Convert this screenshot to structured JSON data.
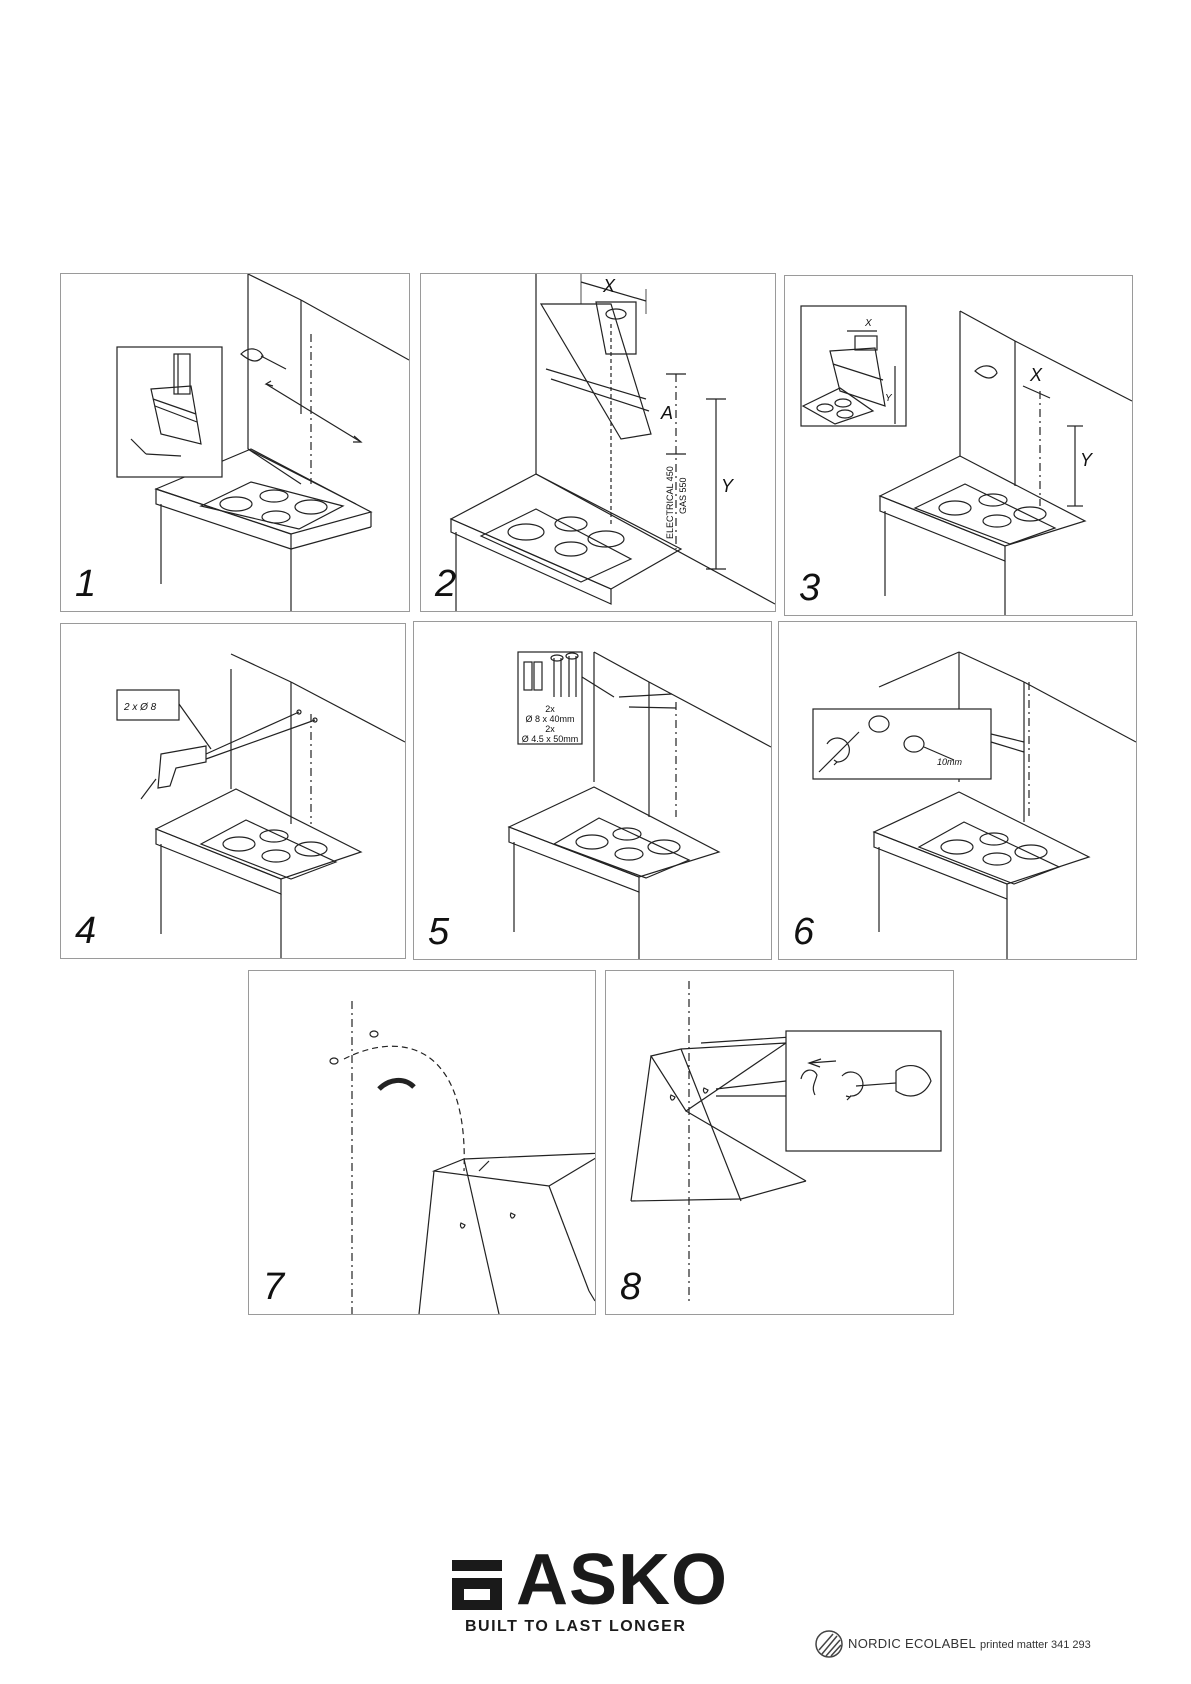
{
  "steps": [
    {
      "number": "1"
    },
    {
      "number": "2",
      "labels": {
        "x": "X",
        "a": "A",
        "y": "Y",
        "electrical": "ELECTRICAL 450",
        "gas": "GAS 550"
      }
    },
    {
      "number": "3",
      "labels": {
        "x_small": "X",
        "y_small": "Y",
        "x": "X",
        "y": "Y"
      }
    },
    {
      "number": "4",
      "labels": {
        "drill_note": "2 x Ø 8"
      }
    },
    {
      "number": "5",
      "labels": {
        "qty1": "2x",
        "spec1": "Ø 8 x 40mm",
        "qty2": "2x",
        "spec2": "Ø 4.5 x 50mm"
      }
    },
    {
      "number": "6",
      "labels": {
        "gap": "10mm"
      }
    },
    {
      "number": "7"
    },
    {
      "number": "8"
    }
  ],
  "brand": {
    "name": "ASKO",
    "tagline": "BUILT TO LAST LONGER"
  },
  "ecolabel": {
    "name": "NORDIC ECOLABEL",
    "note": "printed matter 341 293"
  }
}
